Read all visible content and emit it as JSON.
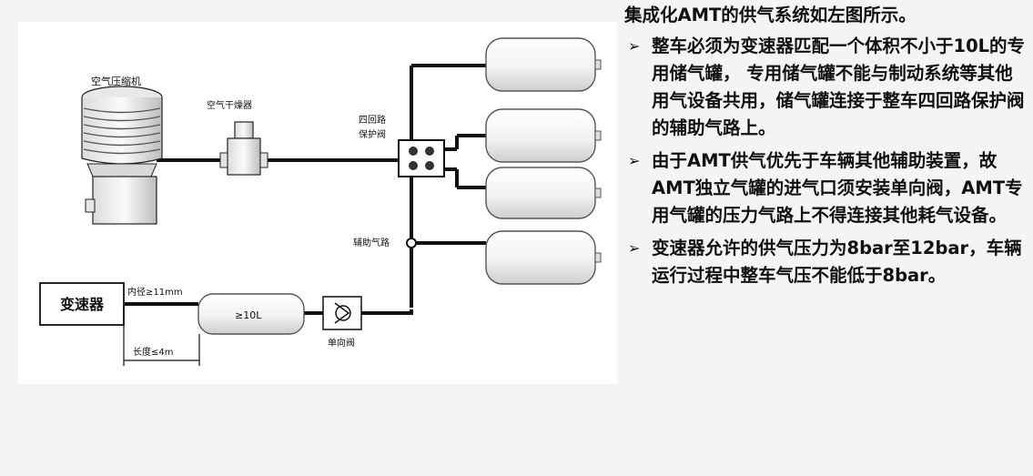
{
  "diagram": {
    "labels": {
      "compressor": "空气压缩机",
      "dryer": "空气干燥器",
      "four_circuit_valve_line1": "四回路",
      "four_circuit_valve_line2": "保护阀",
      "aux_airline": "辅助气路",
      "transmission": "变速器",
      "inner_diameter": "内径≥11mm",
      "tank_volume": "≥10L",
      "check_valve": "单向阀",
      "length": "长度≤4m"
    }
  },
  "text": {
    "title": "集成化AMT的供气系统如左图所示。",
    "bullets": [
      {
        "marker": "➢",
        "text": "整车必须为变速器匹配一个体积不小于10L的专用储气罐， 专用储气罐不能与制动系统等其他用气设备共用，储气罐连接于整车四回路保护阀的辅助气路上。"
      },
      {
        "marker": "➢",
        "text": " 由于AMT供气优先于车辆其他辅助装置，故AMT独立气罐的进气口须安装单向阀，AMT专用气罐的压力气路上不得连接其他耗气设备。"
      },
      {
        "marker": "➢",
        "text": "变速器允许的供气压力为8bar至12bar，车辆运行过程中整车气压不能低于8bar。"
      }
    ]
  }
}
